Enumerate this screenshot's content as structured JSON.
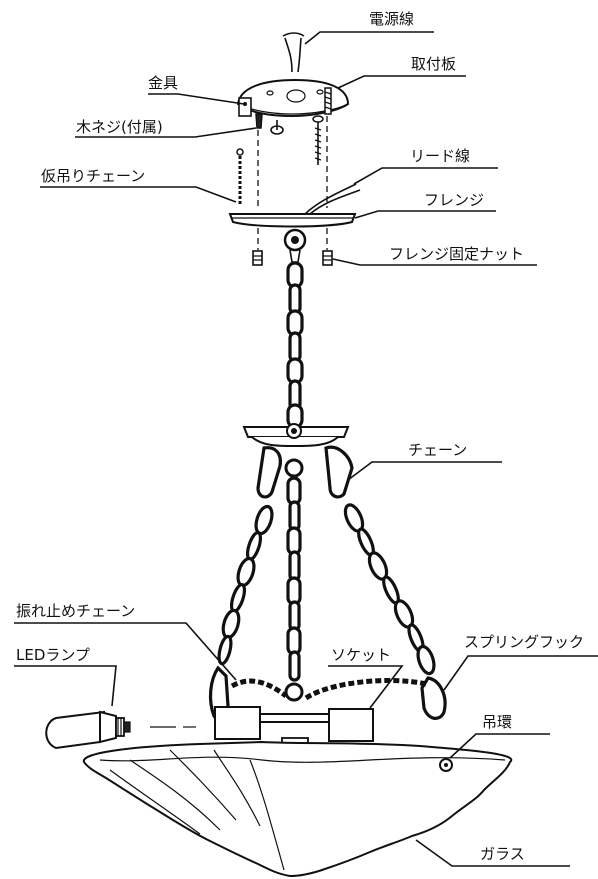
{
  "labels": {
    "power_cord": "電源線",
    "mount_plate": "取付板",
    "bracket": "金具",
    "wood_screw": "木ネジ(付属)",
    "lead_wire": "リード線",
    "temp_chain": "仮吊りチェーン",
    "flange": "フレンジ",
    "flange_nut": "フレンジ固定ナット",
    "chain": "チェーン",
    "anti_sway_chain": "振れ止めチェーン",
    "spring_hook": "スプリングフック",
    "led_lamp": "LEDランプ",
    "socket": "ソケット",
    "hanging_ring": "吊環",
    "glass": "ガラス"
  }
}
